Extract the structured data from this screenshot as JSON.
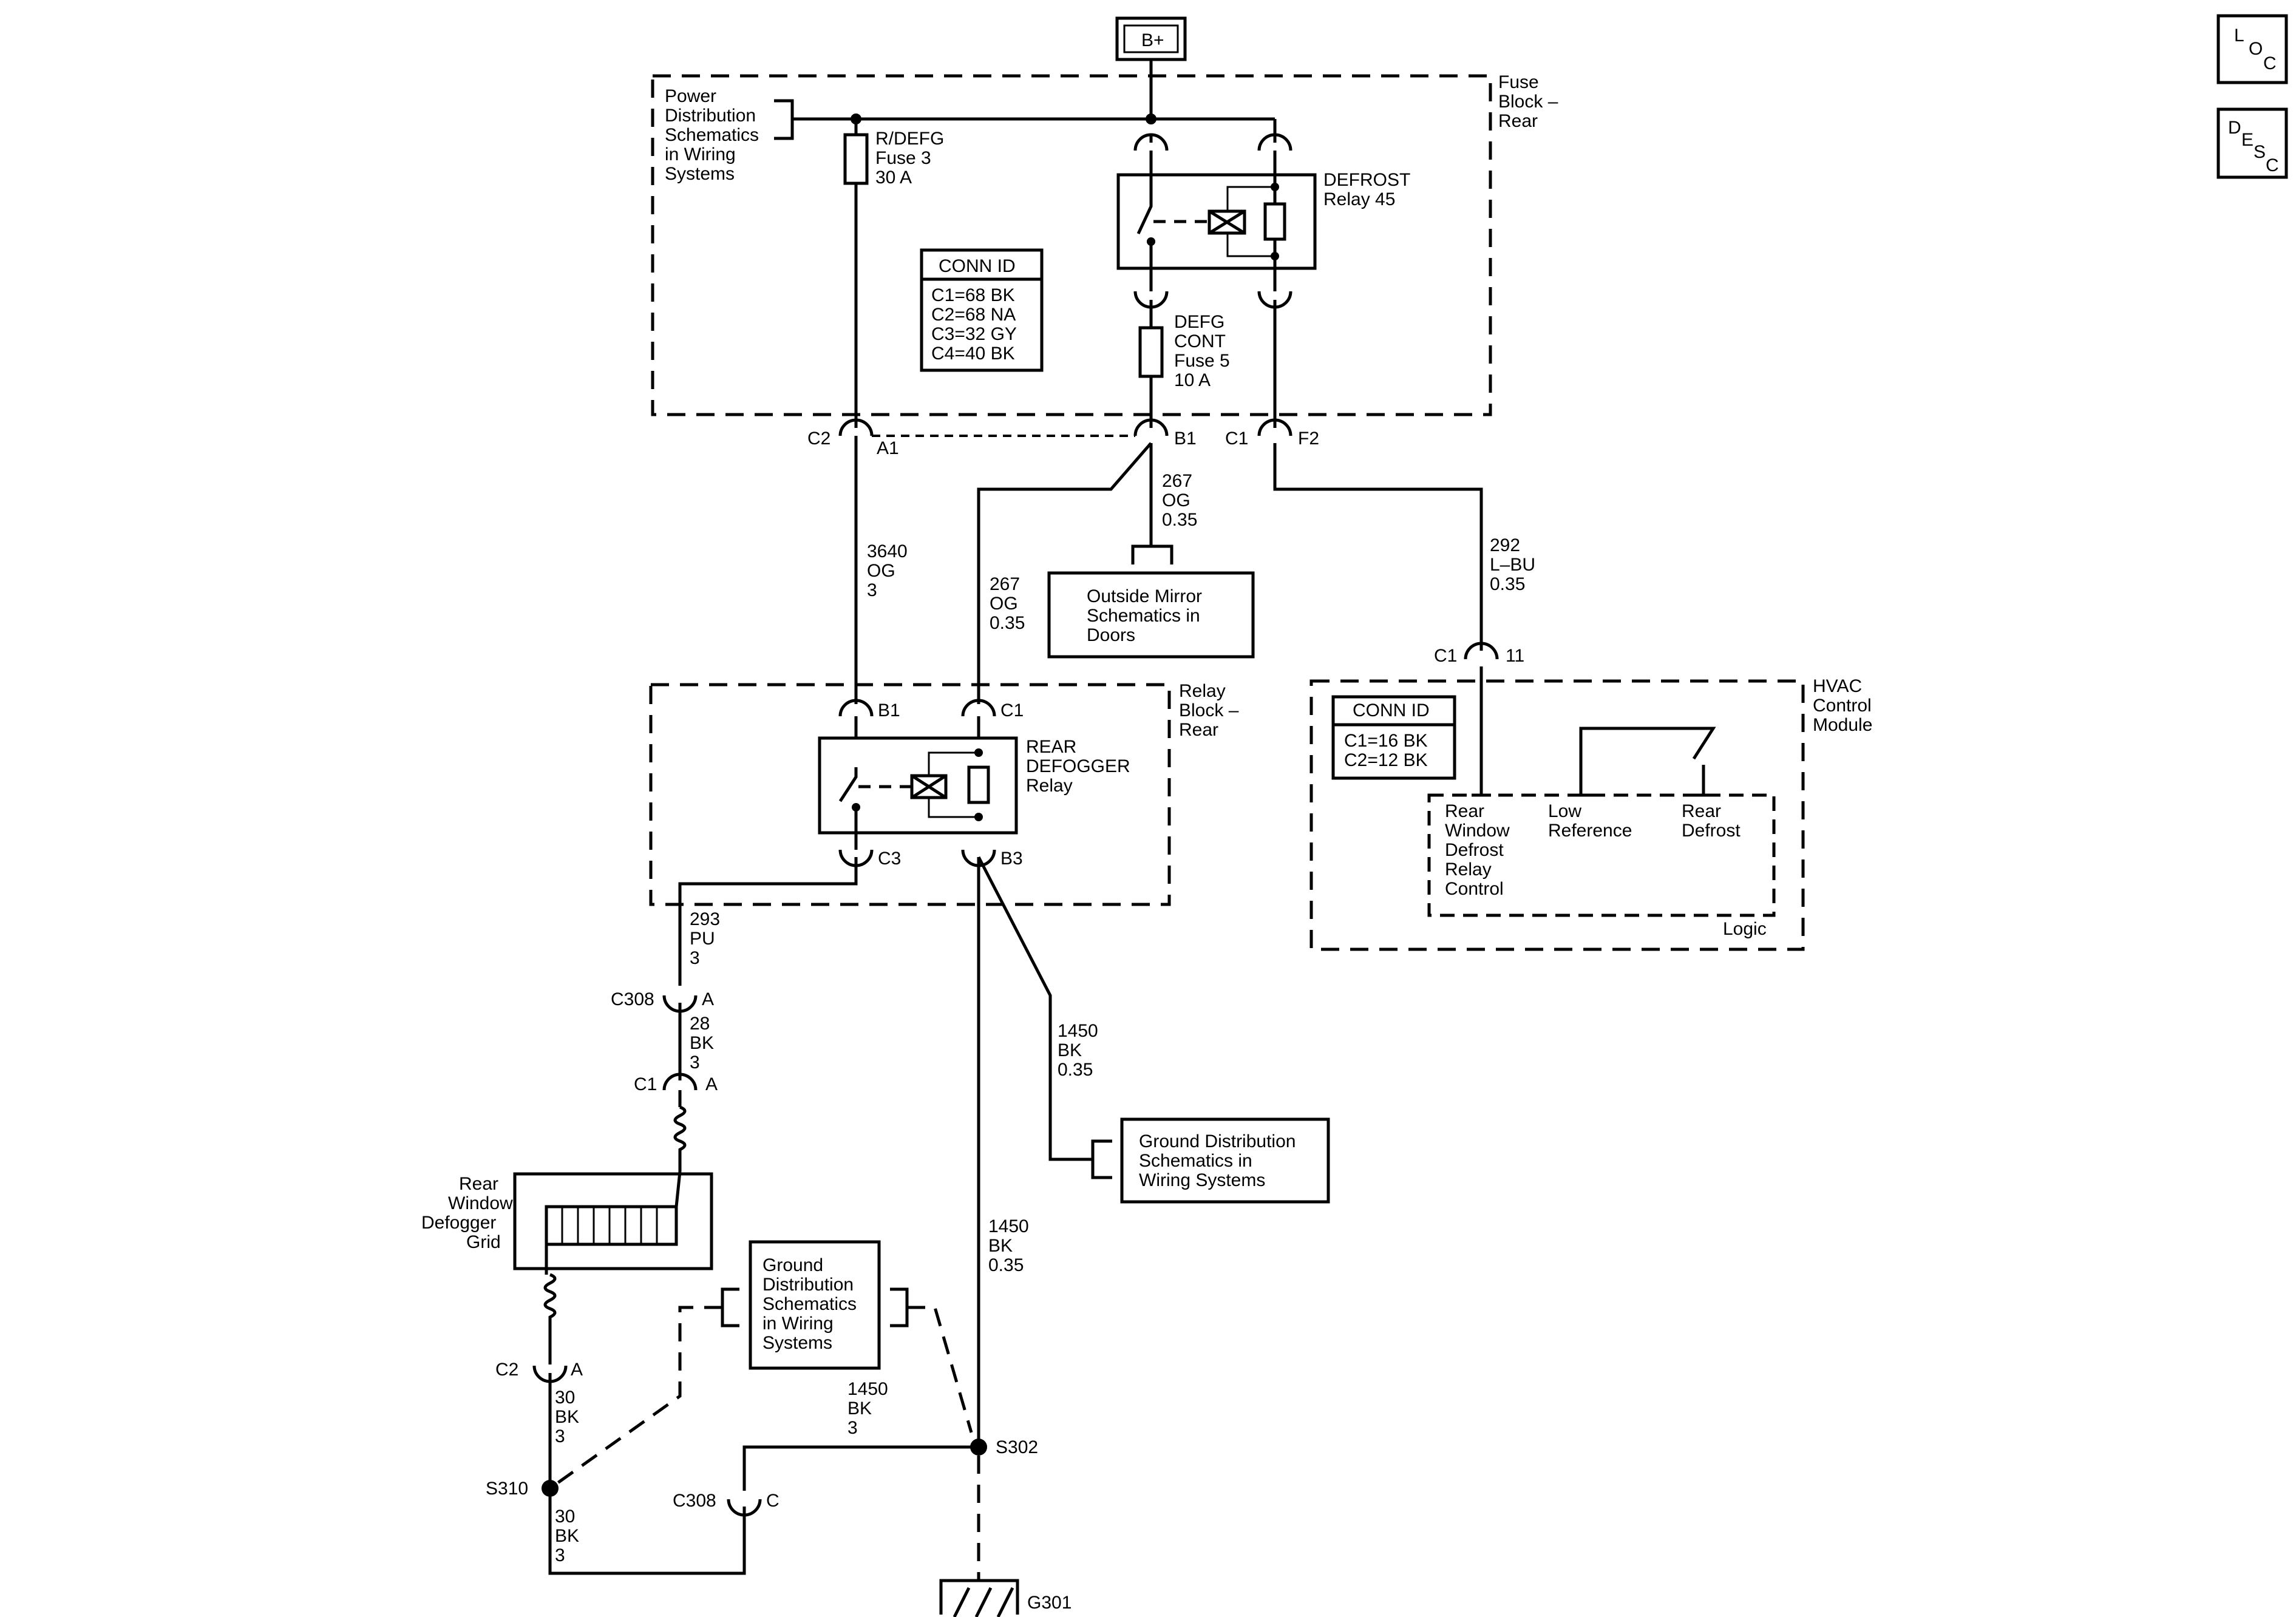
{
  "source": {
    "label": "B+"
  },
  "nav": {
    "loc": [
      "L",
      "O",
      "C"
    ],
    "desc": [
      "D",
      "E",
      "S",
      "C"
    ]
  },
  "fuse_block": {
    "title": [
      "Fuse",
      "Block –",
      "Rear"
    ],
    "power_ref": [
      "Power",
      "Distribution",
      "Schematics",
      "in Wiring",
      "Systems"
    ],
    "fuse3": [
      "R/DEFG",
      "Fuse 3",
      "30 A"
    ],
    "fuse5": [
      "DEFG",
      "CONT",
      "Fuse 5",
      "10 A"
    ],
    "relay45": [
      "DEFROST",
      "Relay 45"
    ],
    "conn_id": {
      "title": "CONN ID",
      "rows": [
        "C1=68 BK",
        "C2=68 NA",
        "C3=32 GY",
        "C4=40 BK"
      ]
    },
    "pins": {
      "c2": "C2",
      "a1": "A1",
      "b1": "B1",
      "c1": "C1",
      "f2": "F2"
    }
  },
  "wires": {
    "w3640": [
      "3640",
      "OG",
      "3"
    ],
    "w267a": [
      "267",
      "OG",
      "0.35"
    ],
    "w267b": [
      "267",
      "OG",
      "0.35"
    ],
    "w292": [
      "292",
      "L–BU",
      "0.35"
    ],
    "w293": [
      "293",
      "PU",
      "3"
    ],
    "w28": [
      "28",
      "BK",
      "3"
    ],
    "w1450a": [
      "1450",
      "BK",
      "0.35"
    ],
    "w1450b": [
      "1450",
      "BK",
      "0.35"
    ],
    "w1450c": [
      "1450",
      "BK",
      "3"
    ],
    "w30a": [
      "30",
      "BK",
      "3"
    ],
    "w30b": [
      "30",
      "BK",
      "3"
    ]
  },
  "mirror_ref": [
    "Outside Mirror",
    "Schematics in",
    "Doors"
  ],
  "relay_block": {
    "title": [
      "Relay",
      "Block –",
      "Rear"
    ],
    "relay": [
      "REAR",
      "DEFOGGER",
      "Relay"
    ],
    "pins": {
      "b1": "B1",
      "c1": "C1",
      "c3": "C3",
      "b3": "B3"
    }
  },
  "hvac": {
    "title": [
      "HVAC",
      "Control",
      "Module"
    ],
    "conn_pin": {
      "c1": "C1",
      "pin": "11"
    },
    "conn_id": {
      "title": "CONN ID",
      "rows": [
        "C1=16 BK",
        "C2=12 BK"
      ]
    },
    "inputs": {
      "relay_control": [
        "Rear",
        "Window",
        "Defrost",
        "Relay",
        "Control"
      ],
      "low_ref": [
        "Low",
        "Reference"
      ],
      "rear_defrost": [
        "Rear",
        "Defrost"
      ]
    },
    "logic": "Logic"
  },
  "ground_ref1": [
    "Ground Distribution",
    "Schematics in",
    "Wiring Systems"
  ],
  "ground_ref2": [
    "Ground",
    "Distribution",
    "Schematics",
    "in Wiring",
    "Systems"
  ],
  "grid": [
    "Rear",
    "Window",
    "Defogger",
    "Grid"
  ],
  "connectors": {
    "c308a": {
      "id": "C308",
      "pin": "A"
    },
    "c1a": {
      "id": "C1",
      "pin": "A"
    },
    "c2a": {
      "id": "C2",
      "pin": "A"
    },
    "c308c": {
      "id": "C308",
      "pin": "C"
    }
  },
  "splices": {
    "s310": "S310",
    "s302": "S302"
  },
  "ground": "G301"
}
